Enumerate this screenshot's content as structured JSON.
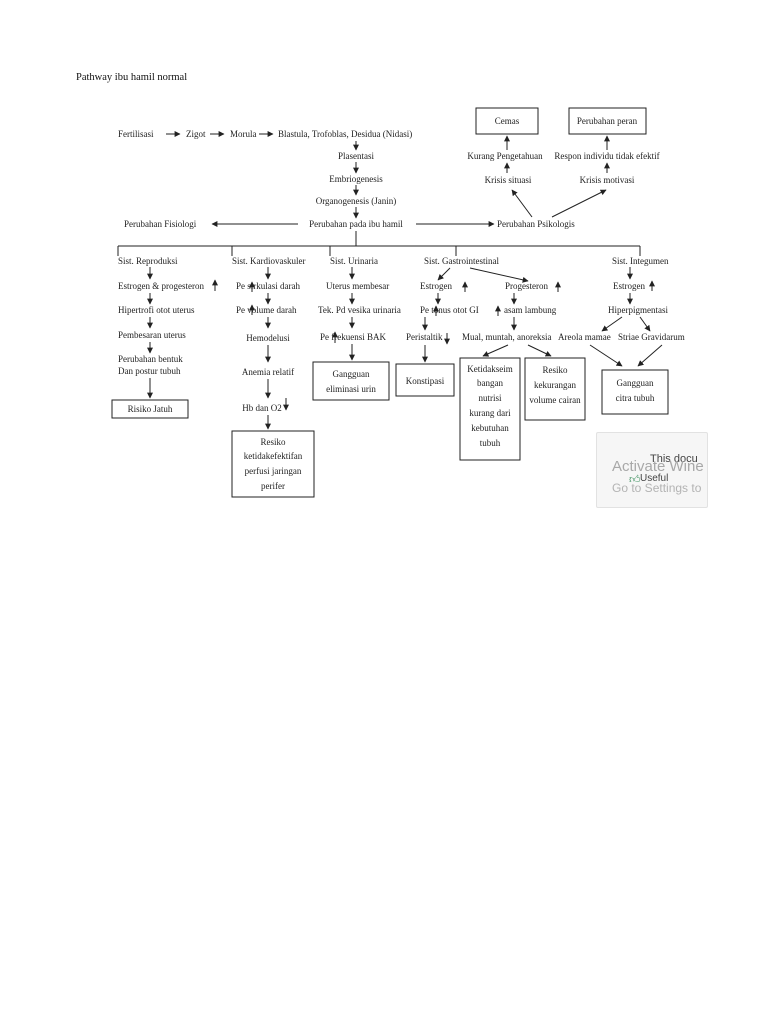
{
  "page": {
    "title": "Pathway ibu hamil normal"
  },
  "nodes": {
    "fertilisasi": "Fertilisasi",
    "zigot": "Zigot",
    "morula": "Morula",
    "blastula": "Blastula, Trofoblas, Desidua (Nidasi)",
    "plasentasi": "Plasentasi",
    "embriogenesis": "Embriogenesis",
    "organogenesis": "Organogenesis (Janin)",
    "perubahan_ibu": "Perubahan pada ibu hamil",
    "perubahan_fisiologi": "Perubahan Fisiologi",
    "perubahan_psikologis": "Perubahan Psikologis",
    "cemas": "Cemas",
    "perubahan_peran": "Perubahan peran",
    "kurang_pengetahuan": "Kurang Pengetahuan",
    "krisis_situasi": "Krisis situasi",
    "respon_individu": "Respon individu tidak efektif",
    "krisis_motivasi": "Krisis motivasi",
    "sist_reproduksi": "Sist. Reproduksi",
    "estrogen_progesteron": "Estrogen & progesteron",
    "hipertrofi": "Hipertrofi otot uterus",
    "pembesaran_uterus": "Pembesaran uterus",
    "perubahan_bentuk_1": "Perubahan bentuk",
    "perubahan_bentuk_2": "Dan postur tubuh",
    "risiko_jatuh": "Risiko Jatuh",
    "sist_kardio": "Sist. Kardiovaskuler",
    "sirkulasi": "Pe   sirkulasi darah",
    "volume": "Pe   volume darah",
    "hemodelusi": "Hemodelusi",
    "anemia": "Anemia relatif",
    "hb_o2": "Hb dan O2",
    "resiko_perfusi_1": "Resiko",
    "resiko_perfusi_2": "ketidakefektifan",
    "resiko_perfusi_3": "perfusi jaringan",
    "resiko_perfusi_4": "perifer",
    "sist_urinaria": "Sist. Urinaria",
    "uterus_membesar": "Uterus membesar",
    "tek_vesika": "Tek. Pd vesika urinaria",
    "frekuensi_bak": "Pe   frekuensi BAK",
    "gangguan_eliminasi_1": "Gangguan",
    "gangguan_eliminasi_2": "eliminasi urin",
    "sist_gastro": "Sist. Gastrointestinal",
    "estrogen_gi": "Estrogen",
    "progesteron_gi": "Progesteron",
    "tonus_gi": "Pe   tonus otot GI",
    "asam_lambung": "asam lambung",
    "peristaltik": "Peristaltik",
    "mual": "Mual, muntah, anoreksia",
    "konstipasi": "Konstipasi",
    "ketidakseim_1": "Ketidakseim",
    "ketidakseim_2": "bangan",
    "ketidakseim_3": "nutrisi",
    "ketidakseim_4": "kurang dari",
    "ketidakseim_5": "kebutuhan",
    "ketidakseim_6": "tubuh",
    "resiko_cairan_1": "Resiko",
    "resiko_cairan_2": "kekurangan",
    "resiko_cairan_3": "volume cairan",
    "sist_integumen": "Sist. Integumen",
    "estrogen_int": "Estrogen",
    "hiperpigmentasi": "Hiperpigmentasi",
    "areola": "Areola mamae",
    "striae": "Striae Gravidarum",
    "gangguan_citra_1": "Gangguan",
    "gangguan_citra_2": "citra tubuh"
  },
  "watermark": {
    "doc": "This docu",
    "activate": "Activate Wine",
    "useful": "Useful",
    "goto": "Go to Settings to"
  },
  "icons": {
    "thumb": "thumbs-up-icon"
  }
}
